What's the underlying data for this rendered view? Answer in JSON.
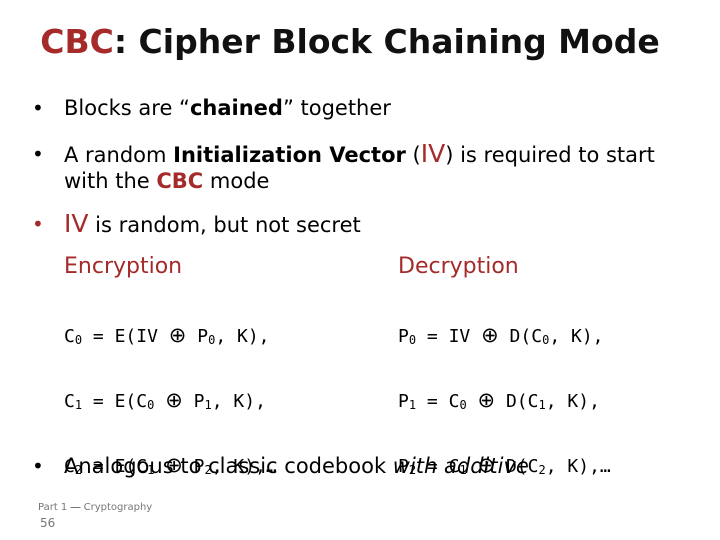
{
  "slide": {
    "title_cbc": "CBC",
    "title_rest": ": Cipher Block Chaining Mode",
    "bullet_char": "•",
    "bullets": [
      {
        "pre": "Blocks are “",
        "bold": "chained",
        "post": "” together"
      },
      {
        "pre": "A random ",
        "bold": "Initialization Vector",
        "mid": " (",
        "red": "IV",
        "post": ") is required to start with the ",
        "bold2": "CBC",
        "post2": " mode"
      },
      {
        "red": "IV",
        "post": " is random, but not secret"
      },
      {
        "pre": "Analogous to classic codebook ",
        "italic": "with additive"
      }
    ],
    "encryption": {
      "heading": "Encryption",
      "lines": [
        {
          "a": "C",
          "as": "0",
          "b": " = E(IV ",
          "c": " P",
          "cs": "0",
          "d": ", K),"
        },
        {
          "a": "C",
          "as": "1",
          "b": " = E(C",
          "bs": "0",
          "c": " P",
          "cs": "1",
          "d": ", K),"
        },
        {
          "a": "C",
          "as": "2",
          "b": " = E(C",
          "bs": "1",
          "c": " P",
          "cs": "2",
          "d": ", K),…"
        }
      ]
    },
    "decryption": {
      "heading": "Decryption",
      "lines": [
        {
          "a": "P",
          "as": "0",
          "b": " = IV ",
          "c": " D(C",
          "cs": "0",
          "d": ", K),"
        },
        {
          "a": "P",
          "as": "1",
          "b": " = C",
          "bs": "0",
          "c": " D(C",
          "cs": "1",
          "d": ", K),"
        },
        {
          "a": "P",
          "as": "2",
          "b": " = C",
          "bs": "1",
          "c": " D(C",
          "cs": "2",
          "d": ", K),…"
        }
      ]
    },
    "xor_symbol": "⊕",
    "footer_label": "Part 1 ⎯⎯ Cryptography",
    "page_number": "56",
    "accent_color": "#a52a2a"
  }
}
